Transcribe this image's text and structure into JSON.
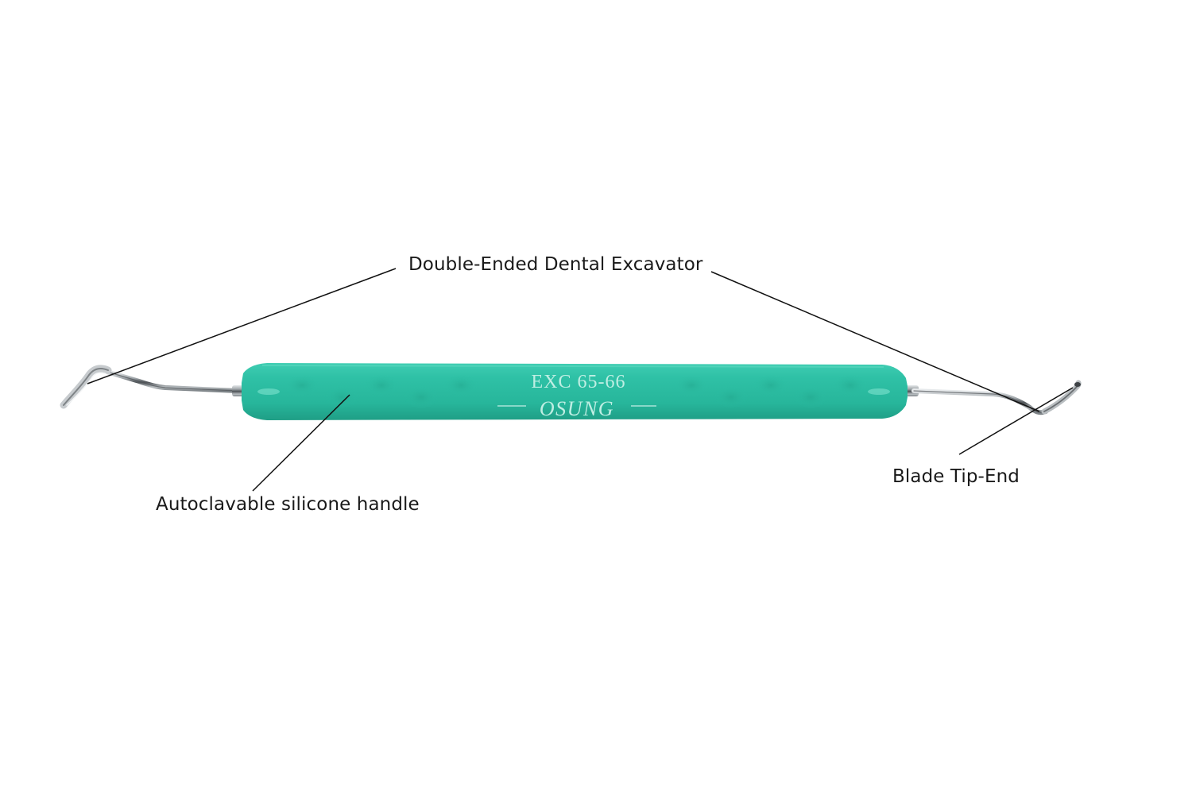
{
  "diagram": {
    "subject": "Double-Ended Dental Excavator",
    "colors": {
      "background": "#ffffff",
      "handle": "#2fc1a6",
      "handle_shadow": "#22a58c",
      "handle_highlight": "#5ed8c0",
      "engraving": "#bfeee3",
      "steel_dark": "#5a5f63",
      "steel_mid": "#a7adb1",
      "steel_light": "#e3e6e8",
      "leader_line": "#111111",
      "label_text": "#1a1a1a"
    },
    "handle": {
      "engraving_line1": "EXC 65-66",
      "engraving_line2": "OSUNG"
    },
    "callouts": [
      {
        "id": "title",
        "label": "Double-Ended Dental Excavator"
      },
      {
        "id": "handle",
        "label": "Autoclavable silicone handle"
      },
      {
        "id": "tip",
        "label": "Blade Tip-End"
      }
    ]
  }
}
